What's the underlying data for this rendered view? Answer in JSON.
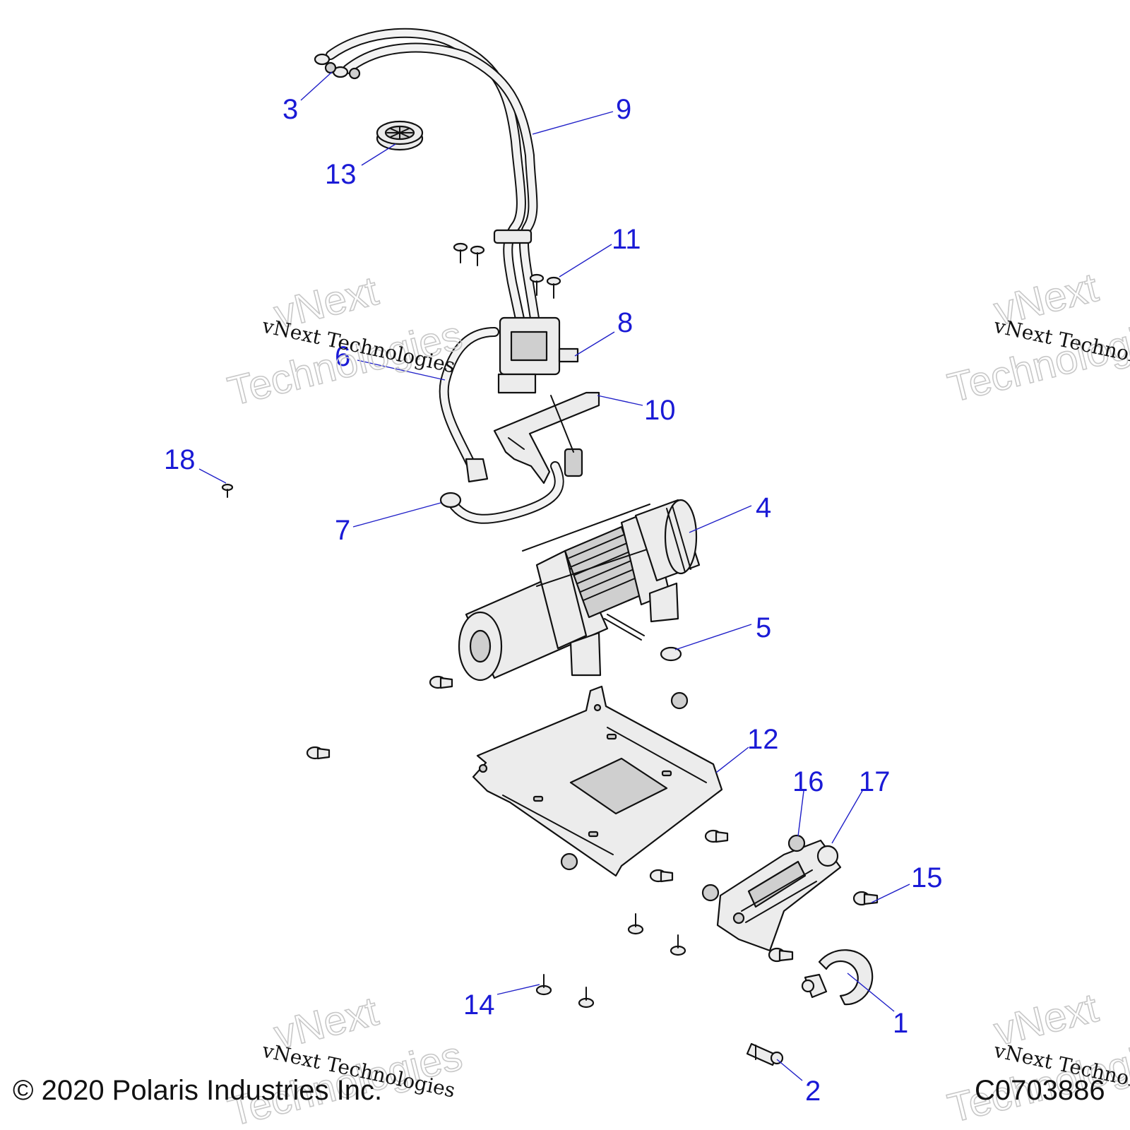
{
  "callouts": [
    "1",
    "2",
    "3",
    "4",
    "5",
    "6",
    "7",
    "8",
    "9",
    "10",
    "11",
    "12",
    "13",
    "14",
    "15",
    "16",
    "17",
    "18"
  ],
  "watermark": {
    "large": [
      "vNext",
      "Technologies"
    ],
    "small": "vNext Technologies"
  },
  "footer": {
    "copyright": "© 2020 Polaris Industries Inc.",
    "drawing_id": "C0703886"
  }
}
